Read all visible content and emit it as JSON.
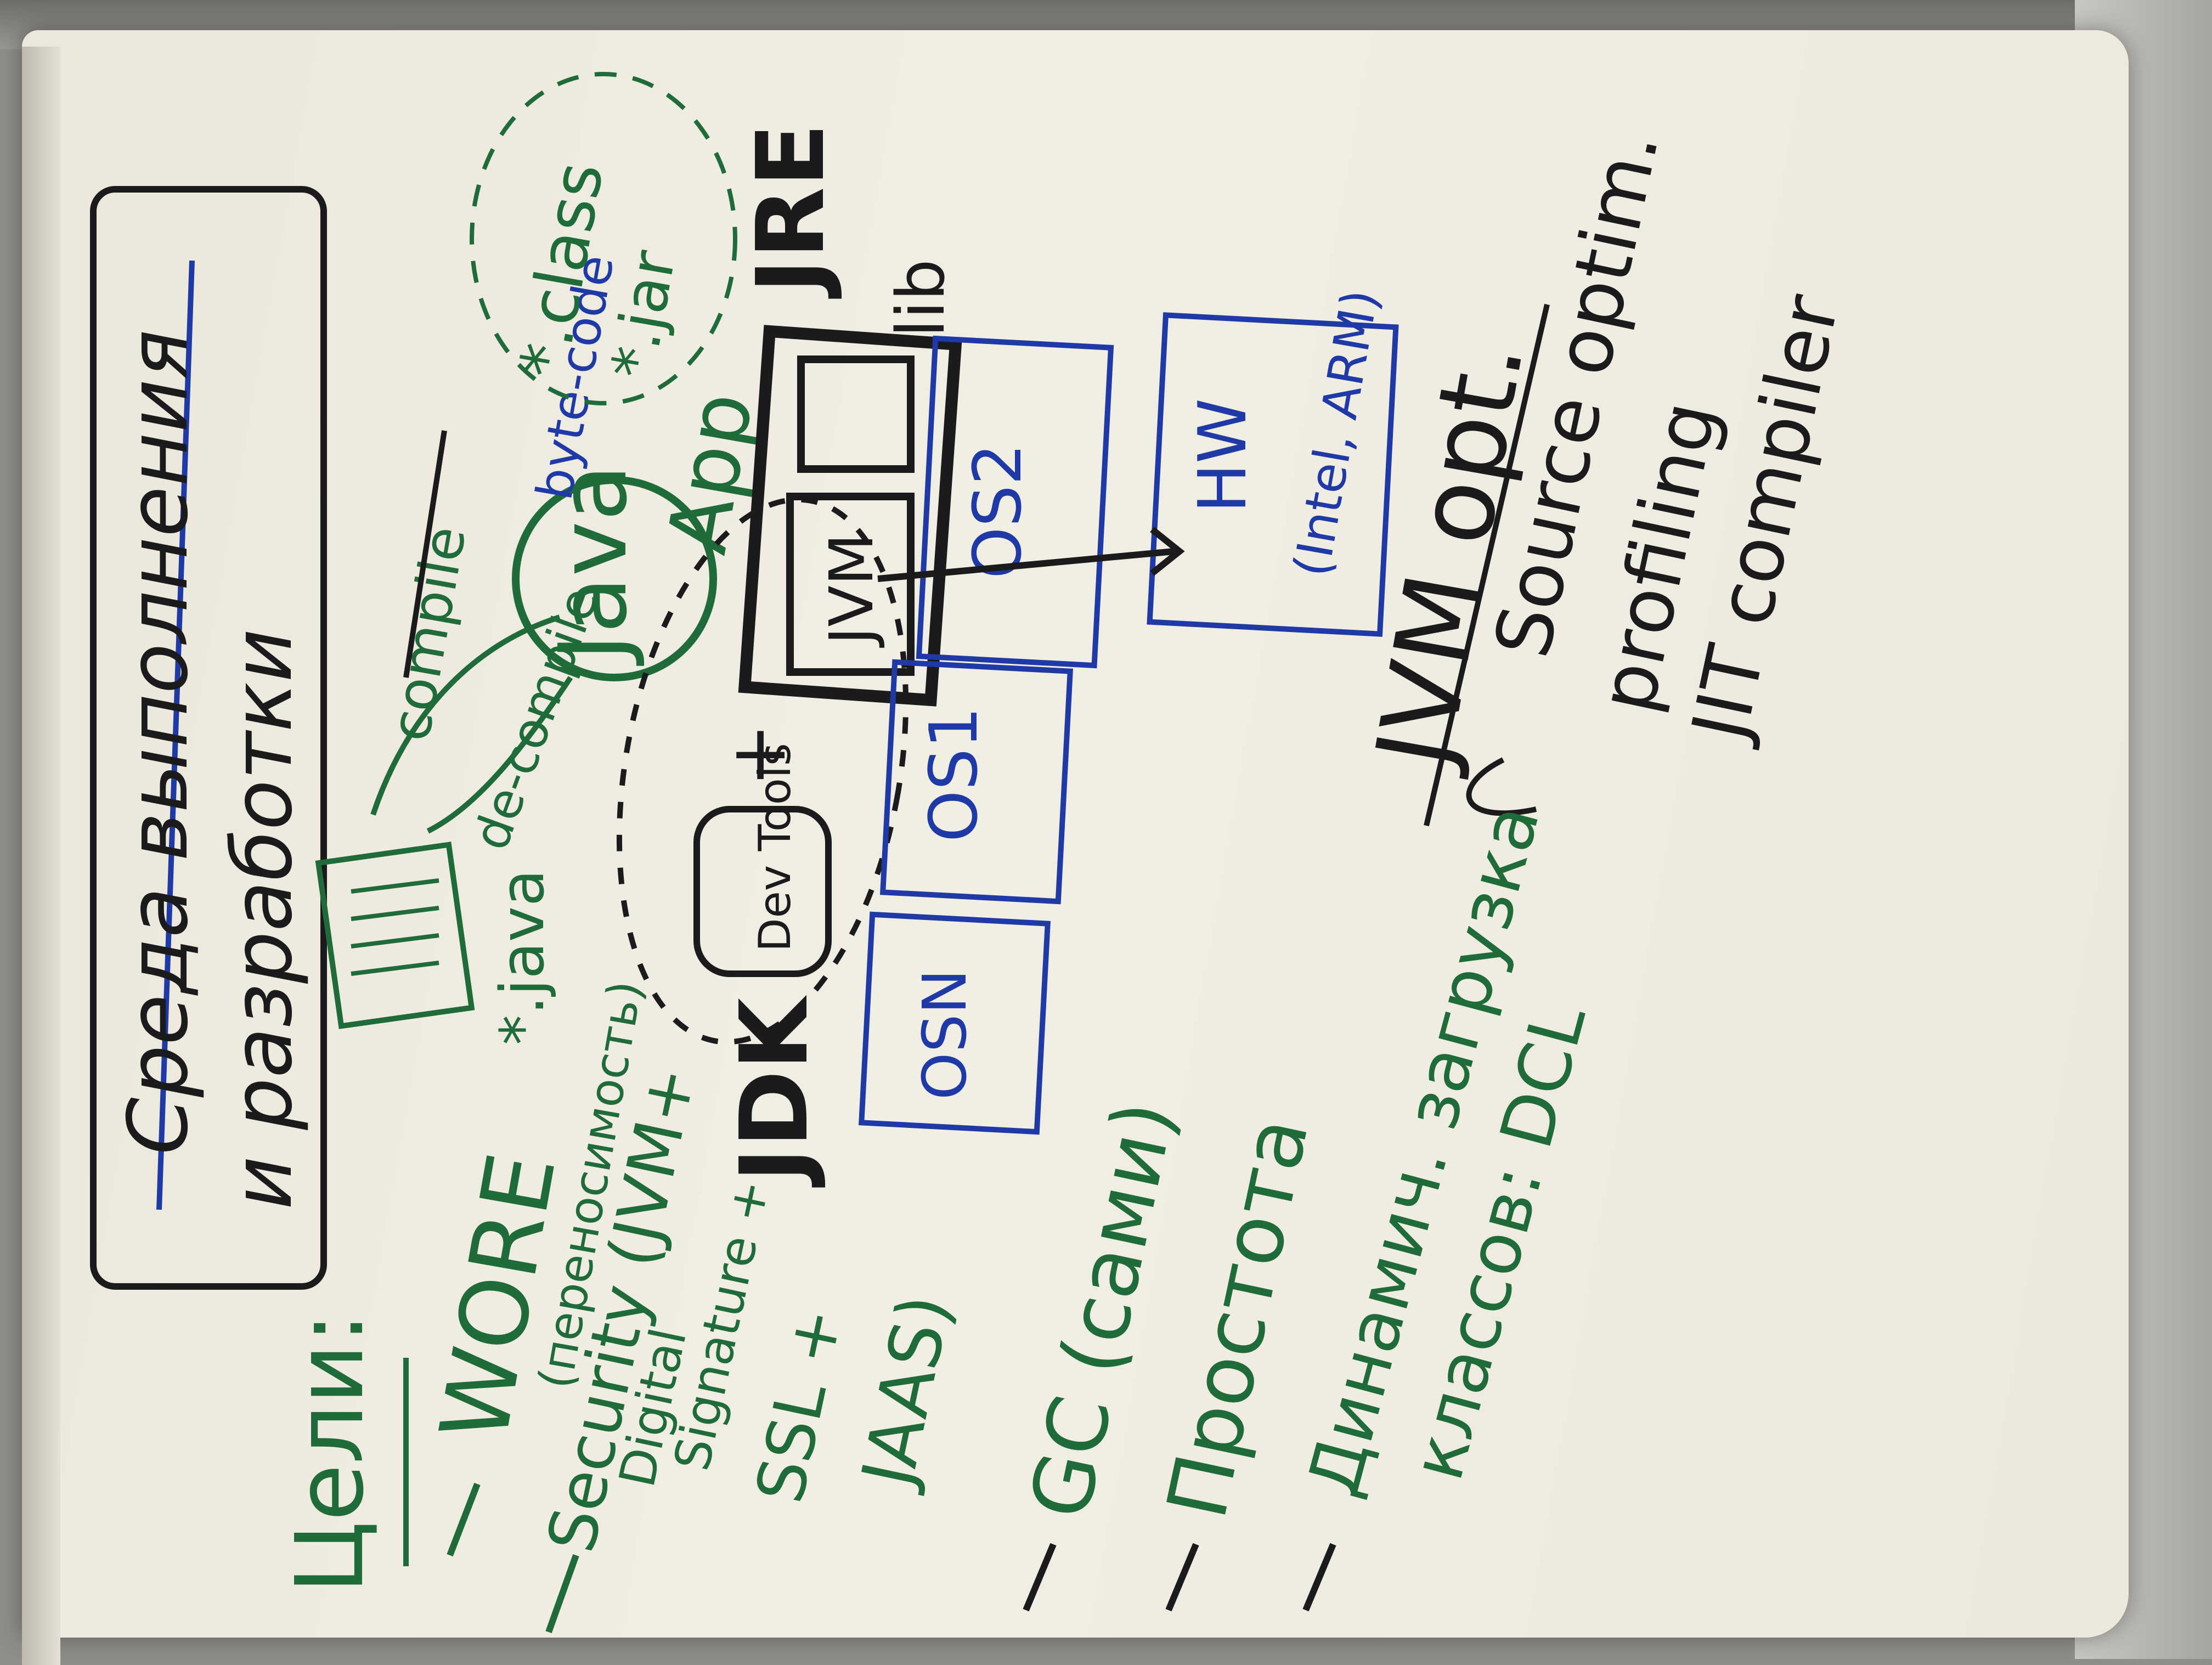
{
  "board": {
    "title_line1": "Среда выполнения",
    "title_line2": "и разработки",
    "compile": "compile",
    "decompile": "de-compile",
    "bytecode": "byte-code",
    "java_file": "*.java",
    "class_file": "*.class",
    "jar_file": "*.jar",
    "java_label": "Java",
    "app_label": "App",
    "jre": "JRE",
    "lib": "lib",
    "jvm": "JVM",
    "jdk": "JDK",
    "dev_tools": "Dev Tools",
    "plus": "+",
    "os1": "OS1",
    "os2": "OS2",
    "osn": "OSN",
    "hw": "HW",
    "hw_detail": "(Intel, ARM)",
    "jvm_opt": "JVM opt.",
    "opt_items": [
      "Source optim.",
      "profiling",
      "JIT compiler"
    ],
    "goals_title": "Цели:",
    "goals": [
      "WORE",
      "(переносимость)",
      "Security (JVM+",
      "Digital",
      "Signature +",
      "SSL +",
      "JAAS)",
      "GC (сами)",
      "Простота",
      "Динамич. загрузка",
      "классов: DCL"
    ]
  },
  "colors": {
    "black_marker": "#1b1b1d",
    "green_marker": "#1f6b3a",
    "blue_marker": "#1f3aa6",
    "paper": "#efebe0"
  }
}
